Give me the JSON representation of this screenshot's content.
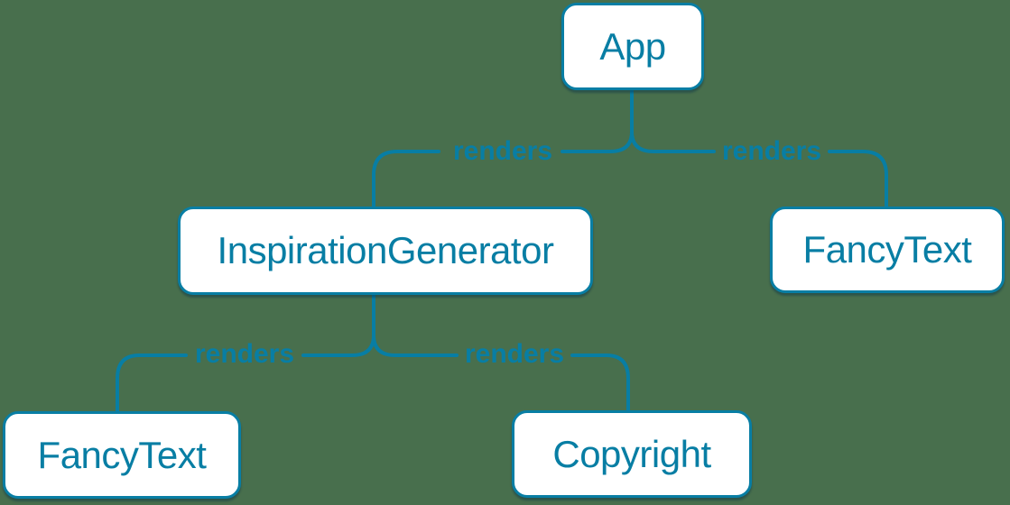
{
  "colors": {
    "background": "#486F4D",
    "accent": "#087EA4",
    "node_fill": "#FFFFFF"
  },
  "nodes": [
    {
      "id": "app",
      "label": "App"
    },
    {
      "id": "inspiration-generator",
      "label": "InspirationGenerator"
    },
    {
      "id": "fancy-text-top-right",
      "label": "FancyText"
    },
    {
      "id": "fancy-text-bottom-left",
      "label": "FancyText"
    },
    {
      "id": "copyright",
      "label": "Copyright"
    }
  ],
  "edges": [
    {
      "from": "App",
      "to": "InspirationGenerator",
      "label": "renders"
    },
    {
      "from": "App",
      "to": "FancyText",
      "label": "renders"
    },
    {
      "from": "InspirationGenerator",
      "to": "FancyText",
      "label": "renders"
    },
    {
      "from": "InspirationGenerator",
      "to": "Copyright",
      "label": "renders"
    }
  ]
}
